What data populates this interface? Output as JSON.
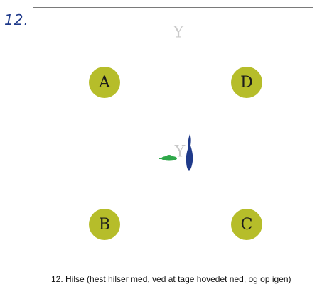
{
  "page_number": "12.",
  "arena": {
    "markers": {
      "top": "Y",
      "center": "Y",
      "A": "A",
      "D": "D",
      "B": "B",
      "C": "C"
    }
  },
  "colors": {
    "marker_fill": "#b6bd2a",
    "horse": "#1f3a8a",
    "rider": "#2fa84a",
    "y_letter": "#c9c9c9"
  },
  "caption": "12. Hilse (hest hilser med, ved at tage hovedet ned, og op igen)"
}
